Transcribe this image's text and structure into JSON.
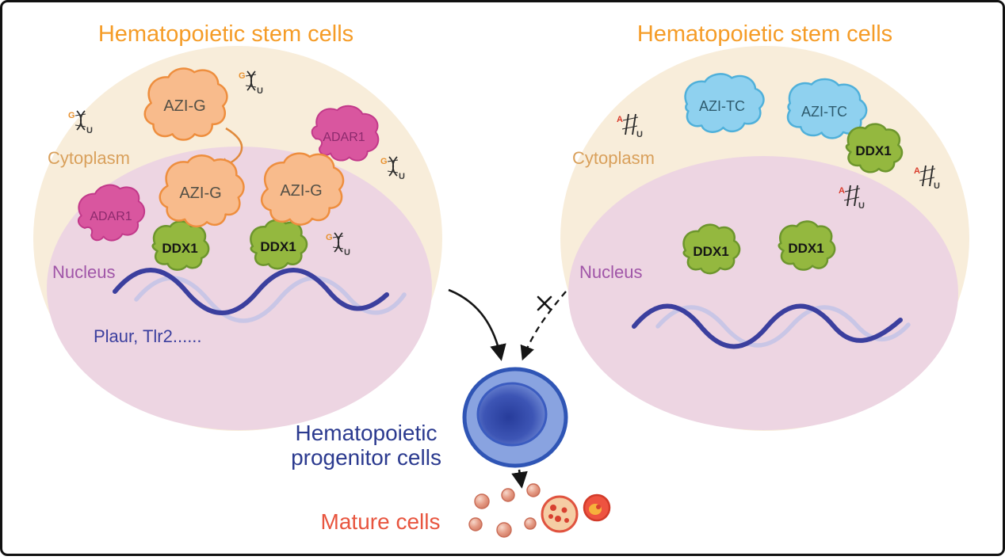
{
  "left_cell": {
    "title": "Hematopoietic stem cells",
    "cytoplasm": "Cytoplasm",
    "nucleus": "Nucleus",
    "genes": "Plaur, Tlr2......",
    "azi_g": "AZI-G",
    "adar1": "ADAR1",
    "ddx1": "DDX1",
    "rna_letter_top": "G",
    "rna_letter_bottom": "U"
  },
  "right_cell": {
    "title": "Hematopoietic stem cells",
    "cytoplasm": "Cytoplasm",
    "nucleus": "Nucleus",
    "azi_tc": "AZI-TC",
    "ddx1": "DDX1",
    "rna_letter_top": "A",
    "rna_letter_bottom": "U"
  },
  "center": {
    "progenitor_line1": "Hematopoietic",
    "progenitor_line2": "progenitor cells",
    "mature": "Mature cells"
  },
  "icons": {
    "rna_duplex": "rna-duplex-icon",
    "blocked_x": "x-mark-icon"
  },
  "colors": {
    "title_orange": "#F59C27",
    "cell_fill": "#F8EDDA",
    "nucleus_fill": "#EDD5E2",
    "cytoplasm_label": "#D9A05B",
    "nucleus_label": "#A055A8",
    "azi_g_fill": "#F8BB8C",
    "azi_g_stroke": "#EE8E3E",
    "adar1_fill": "#D9569F",
    "adar1_stroke": "#C2398A",
    "ddx1_fill": "#94B83F",
    "ddx1_stroke": "#6D962D",
    "azi_tc_fill": "#8FD1EF",
    "azi_tc_stroke": "#4FB0DA",
    "rna_navy": "#3B3F9E",
    "rna_light": "#C9C6E6",
    "progenitor_navy": "#2B3A8F",
    "mature_red": "#E8553F",
    "arrow_black": "#151515",
    "arrow_orange": "#E08A3C"
  }
}
